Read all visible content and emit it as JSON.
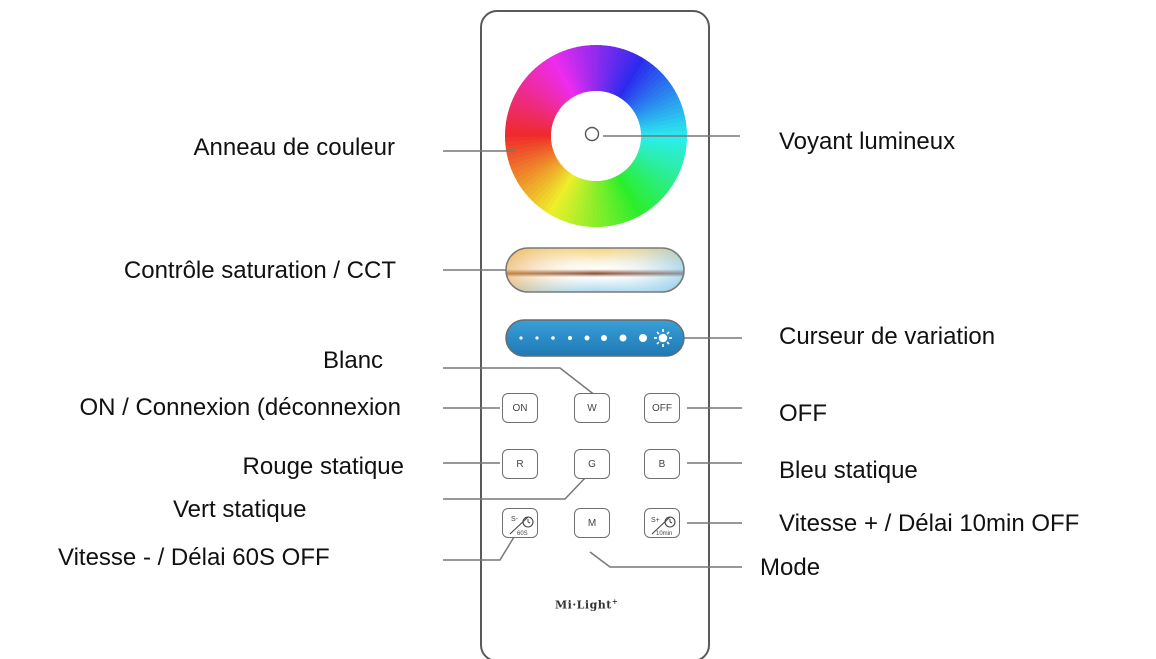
{
  "labels": {
    "color_ring": "Anneau de couleur",
    "indicator": "Voyant lumineux",
    "saturation": "Contrôle saturation / CCT",
    "dimmer": "Curseur de variation",
    "white": "Blanc",
    "on": "ON / Connexion (déconnexion",
    "off": "OFF",
    "red": "Rouge statique",
    "blue": "Bleu statique",
    "green": "Vert statique",
    "speed_plus": "Vitesse + / Délai 10min OFF",
    "speed_minus": "Vitesse - / Délai 60S OFF",
    "mode": "Mode"
  },
  "buttons": {
    "on": "ON",
    "white": "W",
    "off": "OFF",
    "red": "R",
    "green": "G",
    "blue": "B",
    "mode": "M",
    "speed_minus_top": "S-",
    "speed_minus_bottom": "60S",
    "speed_plus_top": "S+",
    "speed_plus_bottom": "10min"
  },
  "brand": "Mi·Light",
  "brand_mark": "+",
  "colors": {
    "remote_border": "#5a5a5a",
    "dimmer_bar": "#2a8cc8",
    "leader_line": "#777777"
  }
}
